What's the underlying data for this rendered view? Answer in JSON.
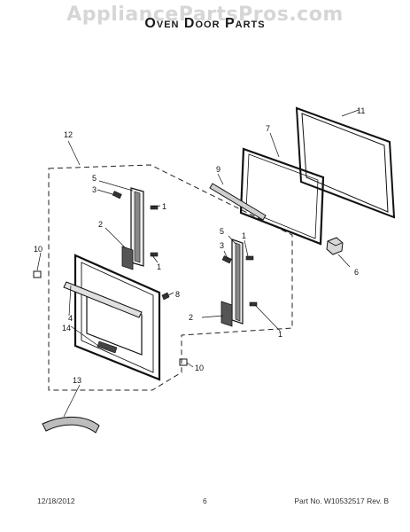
{
  "watermark": "AppliancePartsPros.com",
  "title": "Oven Door Parts",
  "callouts": {
    "c1a": "1",
    "c1b": "1",
    "c1c": "1",
    "c1d": "1",
    "c2a": "2",
    "c2b": "2",
    "c3a": "3",
    "c3b": "3",
    "c4": "4",
    "c5a": "5",
    "c5b": "5",
    "c6": "6",
    "c7": "7",
    "c8": "8",
    "c9": "9",
    "c10a": "10",
    "c10b": "10",
    "c11": "11",
    "c12": "12",
    "c13": "13",
    "c14": "14"
  },
  "footer": {
    "date": "12/18/2012",
    "page": "6",
    "part_label": "Part No. W10532517  Rev. B"
  }
}
